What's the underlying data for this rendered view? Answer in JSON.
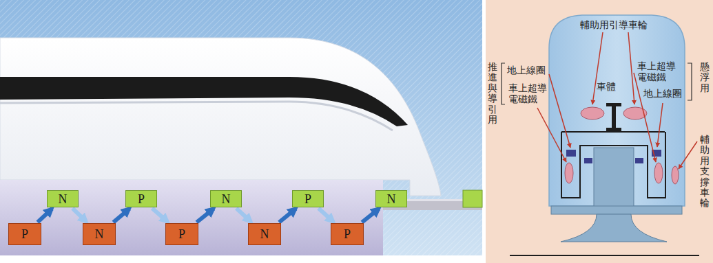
{
  "diagram": {
    "nodes": [
      {
        "text": [
          "P"
        ]
      },
      {
        "text": [
          "N"
        ]
      },
      {
        "text": [
          "N"
        ]
      },
      {
        "text": [
          "P"
        ]
      },
      {
        "text": [
          "P"
        ]
      },
      {
        "text": [
          "N"
        ]
      },
      {
        "text": [
          "N"
        ]
      },
      {
        "text": [
          "P"
        ]
      },
      {
        "text": [
          "P"
        ]
      },
      {
        "text": [
          "N"
        ]
      }
    ],
    "edges": [
      {
        "from": 0,
        "to": 1,
        "arrow": "to"
      },
      {
        "from": 1,
        "to": 2,
        "arrow": "to"
      },
      {
        "from": 2,
        "to": 3,
        "arrow": "to"
      },
      {
        "from": 3,
        "to": 4,
        "arrow": "to"
      },
      {
        "from": 4,
        "to": 5,
        "arrow": "to"
      },
      {
        "from": 5,
        "to": 6,
        "arrow": "to"
      },
      {
        "from": 6,
        "to": 7,
        "arrow": "to"
      },
      {
        "from": 7,
        "to": 8,
        "arrow": "to"
      },
      {
        "from": 8,
        "to": 9,
        "arrow": "to"
      }
    ],
    "labels": [
      "輔助用引導車輪",
      "車體",
      "推進與導引用",
      "地上線圈",
      "車上超導 電磁鐵",
      "車上超導 電磁鐵",
      "地上線圈",
      "懸浮用",
      "輔助用支撐車輪"
    ]
  }
}
